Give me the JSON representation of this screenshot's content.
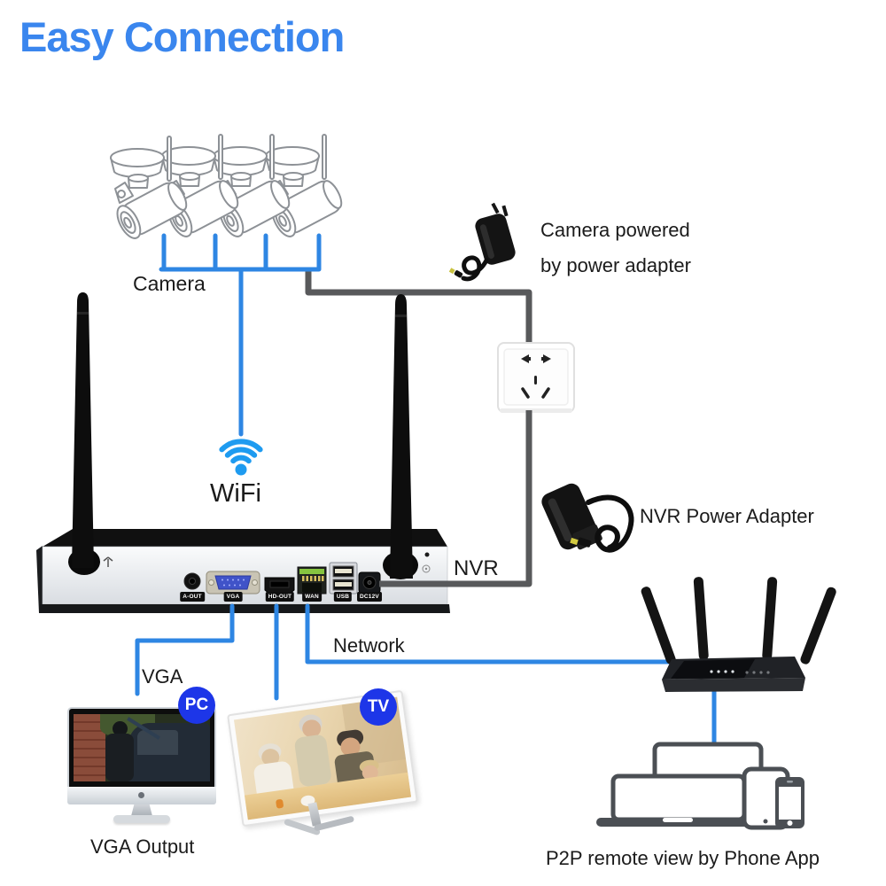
{
  "title": {
    "text": "Easy Connection"
  },
  "labels": {
    "camera": "Camera",
    "camera_power": {
      "line1": "Camera powered",
      "line2": "by power adapter"
    },
    "wifi": "WiFi",
    "nvr": "NVR",
    "nvr_power_adapter": "NVR Power Adapter",
    "network": "Network",
    "vga": "VGA",
    "vga_output": "VGA Output",
    "p2p": "P2P remote view by Phone App"
  },
  "badges": {
    "pc": "PC",
    "tv": "TV"
  },
  "nvr_ports": [
    "A-OUT",
    "VGA",
    "HD-OUT",
    "WAN",
    "USB",
    "DC12V"
  ],
  "icons": {
    "cameras": "wireless-bullet-camera-icon x4",
    "wifi": "wifi-icon",
    "camera_adapter": "power-adapter-icon",
    "socket": "wall-socket-icon",
    "nvr": "nvr-device",
    "nvr_adapter": "nvr-power-adapter-icon",
    "router": "router-icon",
    "pc": "pc-monitor",
    "tv": "tv-monitor",
    "remote_devices": "laptop-monitor-tablet-phone-icons"
  },
  "colors": {
    "title_blue": "#3a86ee",
    "line_blue": "#2e86e3",
    "wifi_blue": "#1e9bf0",
    "badge_blue": "#1d36e8",
    "cable_gray": "#58595b"
  }
}
